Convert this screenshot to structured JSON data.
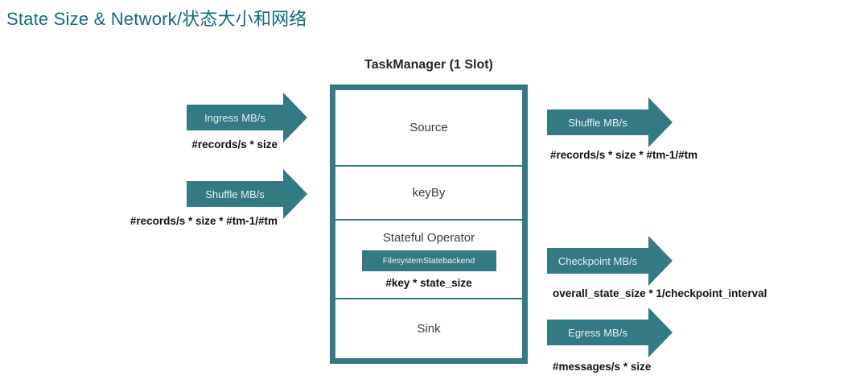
{
  "colors": {
    "accent": "#337a83",
    "title": "#15697d",
    "label": "#3d3d3d",
    "formula": "#101010",
    "arrowText": "#e4f1f2"
  },
  "title": "State Size & Network/状态大小和网络",
  "taskmanager": {
    "label": "TaskManager (1 Slot)",
    "operators": {
      "source": "Source",
      "keyby": "keyBy",
      "stateful": "Stateful Operator",
      "sink": "Sink"
    },
    "state_backend": "FilesystemStatebackend",
    "state_formula": "#key * state_size"
  },
  "arrows": {
    "ingress": {
      "label": "Ingress MB/s",
      "formula": "#records/s * size"
    },
    "shuffle_in": {
      "label": "Shuffle MB/s",
      "formula": "#records/s * size * #tm-1/#tm"
    },
    "shuffle_out": {
      "label": "Shuffle MB/s",
      "formula": "#records/s * size * #tm-1/#tm"
    },
    "checkpoint": {
      "label": "Checkpoint MB/s",
      "formula": "overall_state_size * 1/checkpoint_interval"
    },
    "egress": {
      "label": "Egress MB/s",
      "formula": "#messages/s * size"
    }
  }
}
